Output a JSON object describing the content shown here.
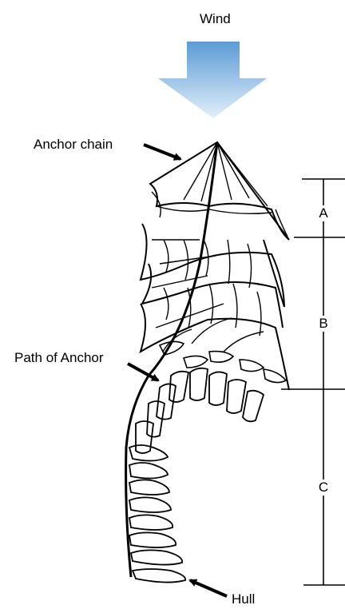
{
  "wind": {
    "label": "Wind",
    "arrow_color_top": "#5B9BD5",
    "arrow_color_bottom": "#DCEBF8"
  },
  "labels": {
    "anchor_chain": "Anchor chain",
    "path_of_anchor": "Path of Anchor",
    "hull": "Hull"
  },
  "segments": [
    {
      "id": "A",
      "label": "A"
    },
    {
      "id": "B",
      "label": "B"
    },
    {
      "id": "C",
      "label": "C"
    }
  ],
  "colors": {
    "line": "#000000",
    "background": "#ffffff"
  }
}
